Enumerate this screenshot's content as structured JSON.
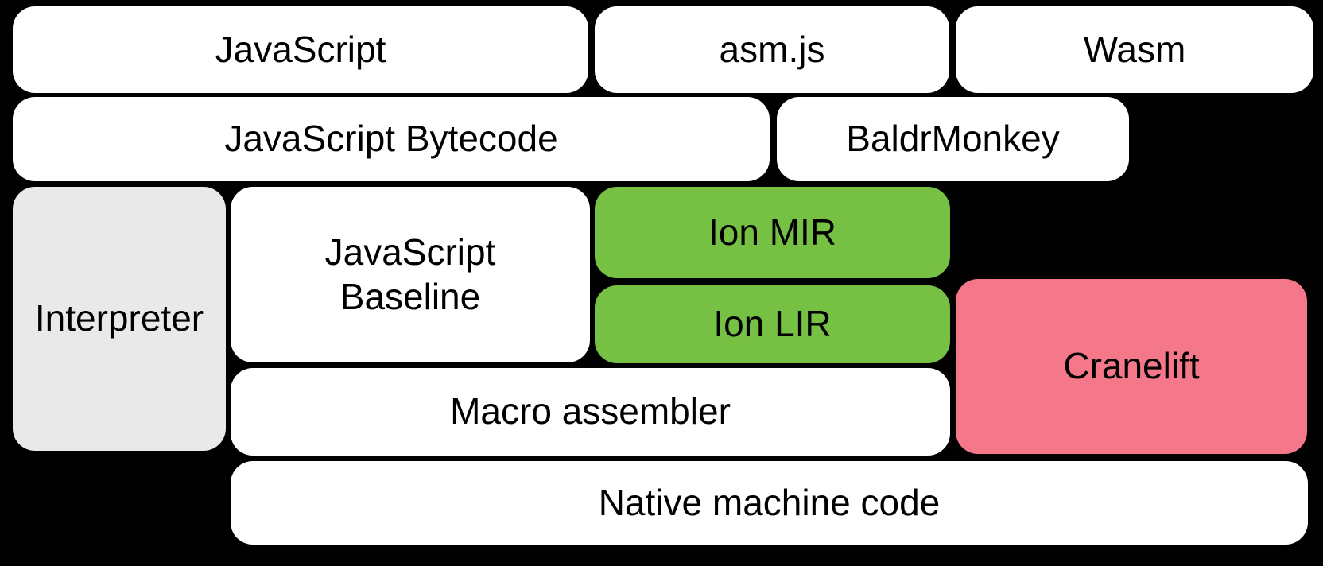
{
  "colors": {
    "background": "#000000",
    "box_default": "#ffffff",
    "box_interpreter": "#e9e9e9",
    "box_ion_green": "#76c043",
    "box_cranelift_pink": "#f4788a",
    "text": "#000000"
  },
  "diagram": {
    "boxes": {
      "javascript": {
        "label": "JavaScript"
      },
      "asmjs": {
        "label": "asm.js"
      },
      "wasm": {
        "label": "Wasm"
      },
      "bytecode": {
        "label": "JavaScript Bytecode"
      },
      "baldrmonkey": {
        "label": "BaldrMonkey"
      },
      "interpreter": {
        "label": "Interpreter"
      },
      "baseline": {
        "label": "JavaScript\nBaseline"
      },
      "ion_mir": {
        "label": "Ion MIR"
      },
      "ion_lir": {
        "label": "Ion LIR"
      },
      "cranelift": {
        "label": "Cranelift"
      },
      "macro_assembler": {
        "label": "Macro assembler"
      },
      "native": {
        "label": "Native machine code"
      }
    }
  }
}
